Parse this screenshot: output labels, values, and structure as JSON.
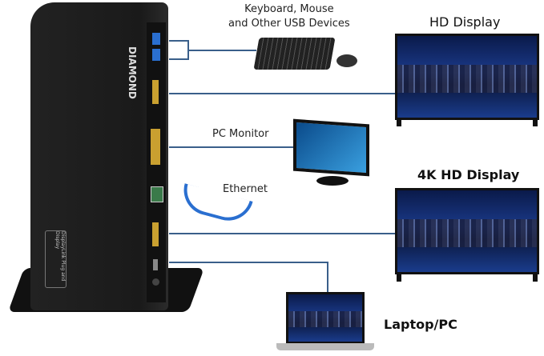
{
  "labels": {
    "usb_devices": "Keyboard, Mouse\nand Other USB Devices",
    "hd_display": "HD Display",
    "pc_monitor": "PC Monitor",
    "ethernet": "Ethernet",
    "uhd_display": "4K HD Display",
    "laptop": "Laptop/PC"
  },
  "brand": {
    "logo": "DIAMOND",
    "badge": "DisplayLink Plug and Display"
  },
  "colors": {
    "connector_line": "#3a5f8a",
    "dock": "#1a1a1a"
  }
}
